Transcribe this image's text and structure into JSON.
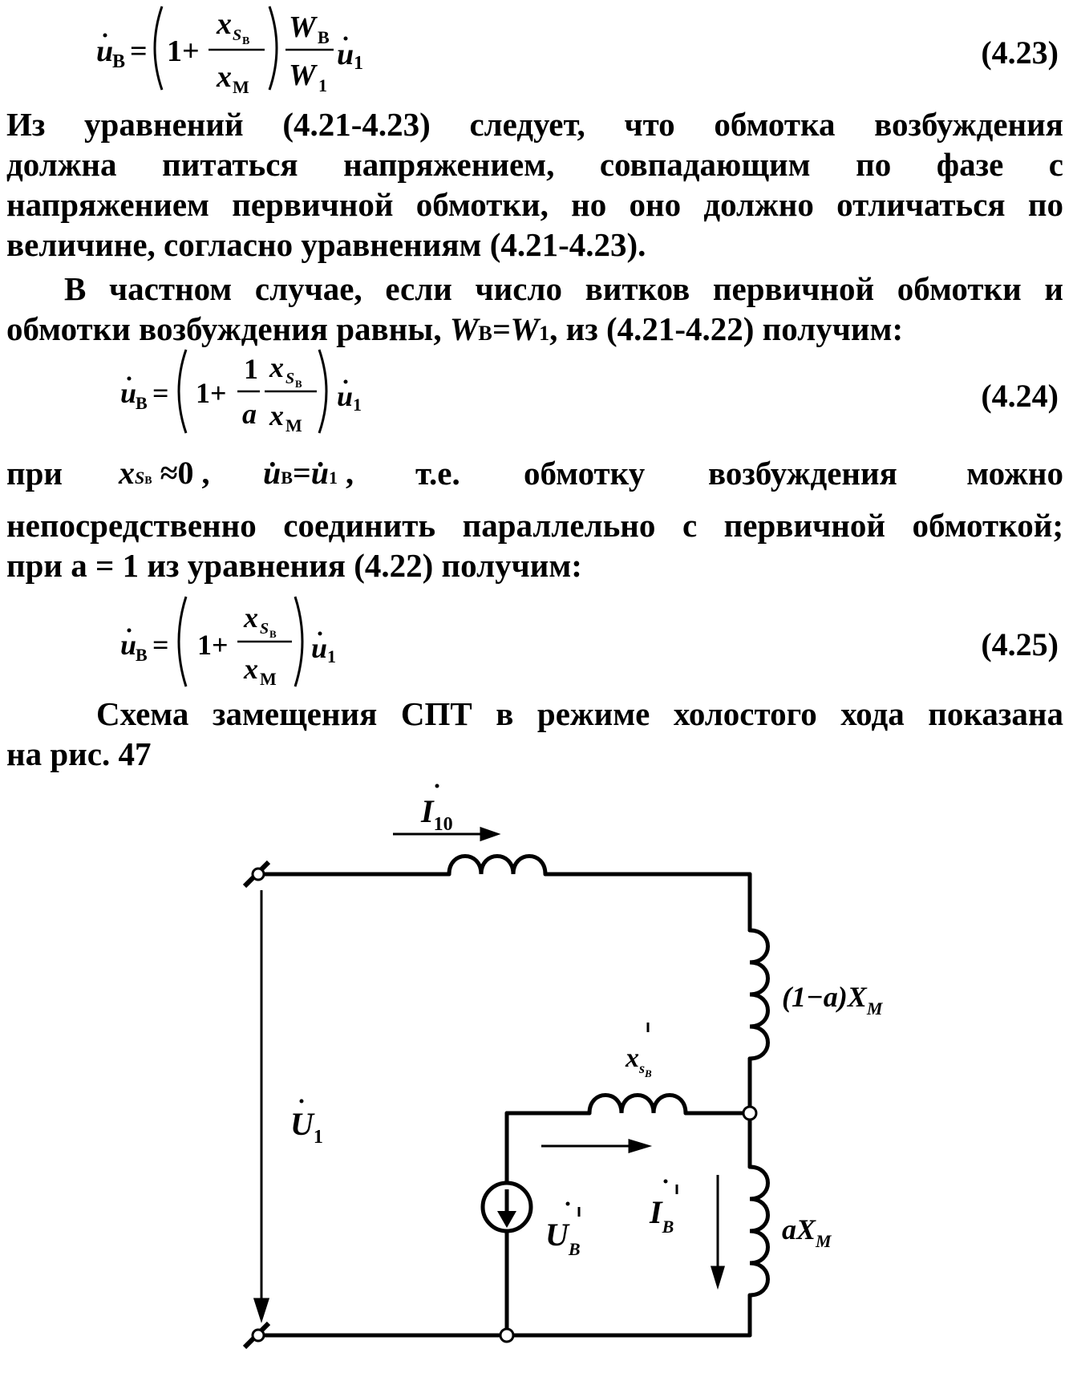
{
  "equations": [
    {
      "id": "4.23",
      "number": "(4.23)"
    },
    {
      "id": "4.24",
      "number": "(4.24)"
    },
    {
      "id": "4.25",
      "number": "(4.25)"
    }
  ],
  "paragraphs": {
    "p1": [
      "Из уравнений (4.21-4.23) следует, что обмотка возбуждения",
      "должна питаться напряжением, совпадающим по фазе с",
      "напряжением первичной обмотки, но оно должно отличаться по",
      "величине, согласно уравнениям (4.21-4.23)."
    ],
    "p2": [
      "В частном случае, если число витков первичной обмотки и",
      "обмотки возбуждения равны, "
    ],
    "p2_suffix": ", из (4.21-4.22) получим:",
    "p3_line1": {
      "a": "при",
      "b": "т.е.",
      "c": "обмотку",
      "d": "возбуждения",
      "e": "можно"
    },
    "p3": [
      "непосредственно соединить параллельно с первичной обмоткой;",
      "при а = 1 из уравнения (4.22) получим:"
    ],
    "p4": [
      "Схема замещения СПТ в режиме холостого хода показана",
      "на рис. 47"
    ]
  },
  "circuit_labels": {
    "i10": "I",
    "i10_sub": "10",
    "u1": "U",
    "u1_sub": "1",
    "upper_reactance": "(1−a)X",
    "upper_reactance_sub": "M",
    "leak": "x",
    "leak_sub": "s",
    "leak_subsub": "B",
    "lower_reactance": "aX",
    "lower_reactance_sub": "M",
    "ib": "I",
    "ib_sub": "B",
    "ub": "U",
    "ub_sub": "B"
  }
}
